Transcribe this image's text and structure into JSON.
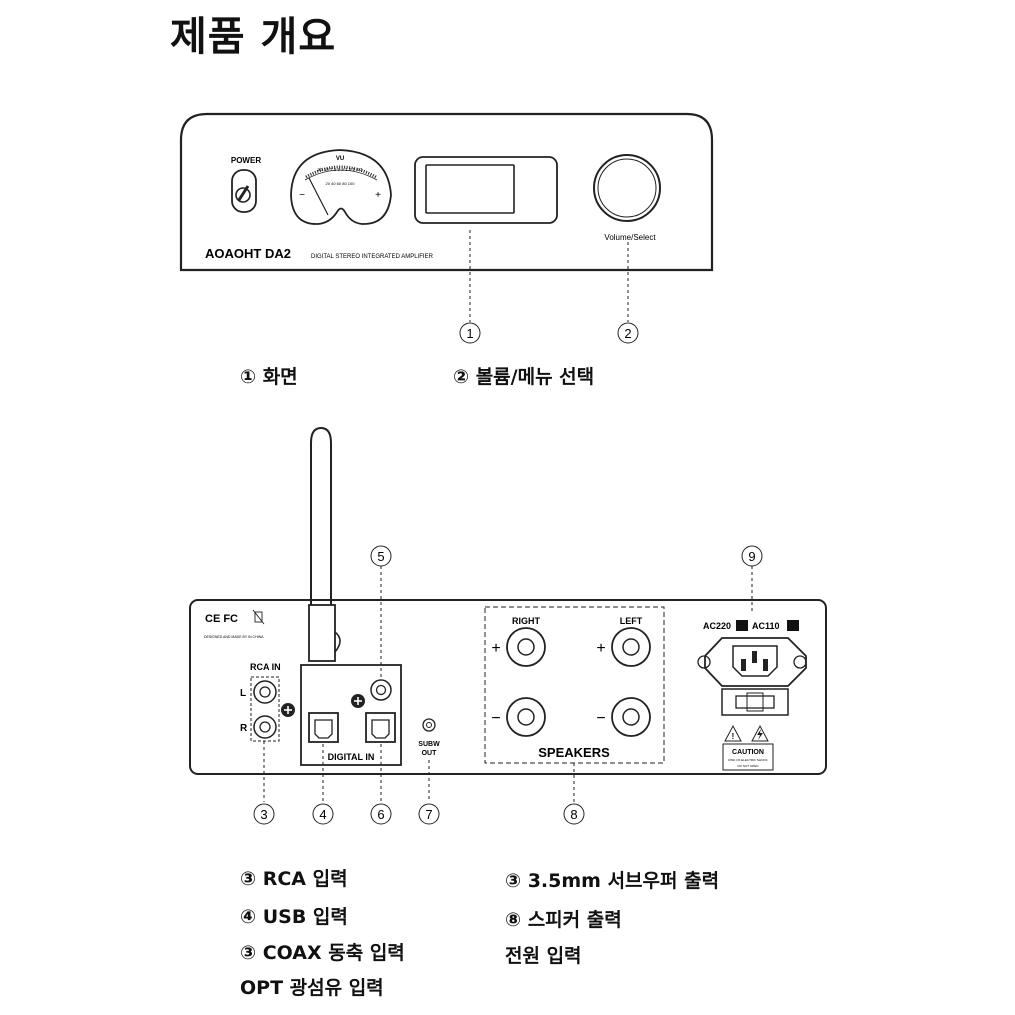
{
  "page": {
    "title": "제품 개요"
  },
  "front_panel": {
    "power_label": "POWER",
    "vu_label": "VU",
    "vu_scale_top": "20 10 7 5 3 2 1 0 1 2 3",
    "vu_scale_bottom": "20 40 60 80 100",
    "vu_minus": "−",
    "vu_plus": "+",
    "brand": "AOAOHT DA2",
    "subtitle": "DIGITAL STEREO INTEGRATED AMPLIFIER",
    "knob_label": "Volume/Select"
  },
  "front_callouts": {
    "c1": "1",
    "c2": "2"
  },
  "front_legend": {
    "item1": "① 화면",
    "item2": "② 볼륨/메뉴 선택"
  },
  "rear_panel": {
    "cert_marks": "CE FC",
    "made_in": "DESIGNED AND MADE BY IN CHINA",
    "rca_in": "RCA IN",
    "rca_l": "L",
    "rca_r": "R",
    "digital_in": "DIGITAL IN",
    "subw_out_1": "SUBW",
    "subw_out_2": "OUT",
    "right": "RIGHT",
    "left": "LEFT",
    "plus": "+",
    "minus": "−",
    "speakers": "SPEAKERS",
    "ac220": "AC220",
    "ac110": "AC110",
    "caution": "CAUTION",
    "caution_sub1": "RISK OF ELECTRIC SHOCK",
    "caution_sub2": "DO NOT OPEN"
  },
  "rear_callouts": {
    "c3": "3",
    "c4": "4",
    "c5": "5",
    "c6": "6",
    "c7": "7",
    "c8": "8",
    "c9": "9"
  },
  "rear_legend": {
    "rca": "③ RCA 입력",
    "usb": "④ USB 입력",
    "coax": "③ COAX 동축 입력",
    "opt": "OPT 광섬유 입력",
    "sub": "③ 3.5mm 서브우퍼 출력",
    "spk": "⑧ 스피커 출력",
    "power": "전원 입력"
  }
}
